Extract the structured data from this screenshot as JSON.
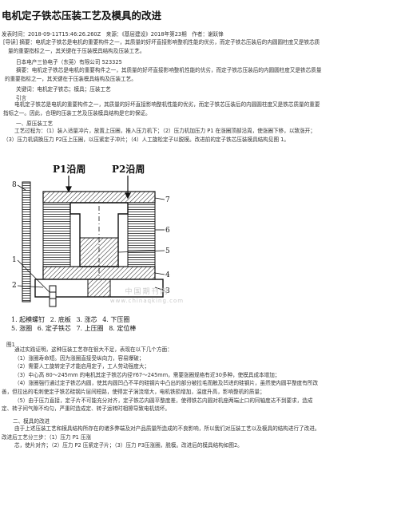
{
  "article": {
    "title": "电机定子铁芯压装工艺及模具的改进",
    "meta": "发表时间：2018-09-11T15:46:26.260Z　来源：《基层建设》2018年第23期　作者：谢跃锋"
  },
  "abstract": [
    "[导读] 摘要：电机定子铁芯是电机的重要构件之一，其质量的好坏直接影响整机性能的优劣，而定子铁芯压装后的内圆圆柱度又是铁芯质",
    "量的重要指标之一，其关键在于压装模具结构及压装工艺。"
  ],
  "company": "日本电产三协电子（东莞）有限公司 523325",
  "abstract2": [
    "摘要：电机定子铁芯是电机的重要构件之一，其质量的好坏直接影响整机性能的优劣，而定子铁芯压装后的内圆圆柱度又是铁芯质量",
    "的重要指标之一，其关键在于压装模具结构及压装工艺。"
  ],
  "keywords": "关键词：电机定子铁芯；模具；压装工艺",
  "intro_heading": "引言",
  "intro": [
    "电机定子铁芯是电机的重要构件之一，其质量的好坏直接影响整机性能的优劣，而定子铁芯压装后的内圆圆柱度又是铁芯质量的重要",
    "指标之一。因此，合理的压装工艺及压装模具结构是它的保证。"
  ],
  "section1_heading": "一、原压装工艺",
  "process": [
    "工艺过程为：（1）装入适量冲片，放置上压圈，推入压力机下；（2）压力机加压力 P1 在涨圈顶部沿周，使涨圈下移，以致涨开；",
    "（3）压力机调换压力 P2压上压圈，以压紧定子冲片；（4）人工旋松定子以脱模。改进前的定子铁芯压装模具结构见图 1。"
  ],
  "figure": {
    "p1_label": "P1沿周",
    "p2_label": "P2沿周",
    "left_numbers": [
      "8",
      "1",
      "2"
    ],
    "right_numbers": [
      "7",
      "6",
      "5",
      "4",
      "3"
    ],
    "caption_row1": [
      "1. 起模螺钉",
      "2. 底板",
      "3. 涨芯",
      "4. 下压圈"
    ],
    "caption_row2": [
      "5. 涨圈",
      "6. 定子铁芯",
      "7. 上压圈",
      "8. 定位棒"
    ],
    "watermark": "中国期刊网",
    "watermark_url": "www.chinaqking.com",
    "label": "图1"
  },
  "problems": [
    "通过实践证明，这种压装工艺存在很大不足，表现在以下几个方面：",
    "（1）涨圈寿命短。因为涨圈直接受纵向力，容易爆破；",
    "（2）需要人工旋转定子才能启用定子，工人劳动强度大；",
    "（3）中心高 80～245mm 的电机其定子铁芯内径Y67～245mm，需要涨圈规格有近30多种，使模具成本增加；",
    "（4）涨圈强行通过定子铁芯内圆，使其内圆凹凸不平的硅钢片中凸出的部分被拉毛而触及凹进的硅钢片，虽然使内圆平整度有所改",
    "善，但拉出的毛刺使定子铁芯硅钢片层间短路，使得定子涡流增大，电机铁损增加，温度升高，影响整机的质量；",
    "（5）由于压力直接，定子片不可能充分对齐，定子铁芯内圆平整度差，使得铁芯内圆对机座两端止口的同轴度达不到要求，造成",
    "定、转子间气隙不均匀，严重时造成定、转子运转时相擦导致电机烧坏。"
  ],
  "section2_heading": "二、模具的改进",
  "improvement": [
    "由于上述压装工艺和模具结构所存在的诸多弊端及对产品质量所造成的不良影响，所以我们对压装工艺以及模具的结构进行了改进。",
    "改进后工艺分三步：（1）压力 P1 压涨",
    "芯，使片对齐；（2）压力 P2 压紧定子片；（3）压力 P3压涨圈，脱模。改进后的模具结构如图2。"
  ]
}
